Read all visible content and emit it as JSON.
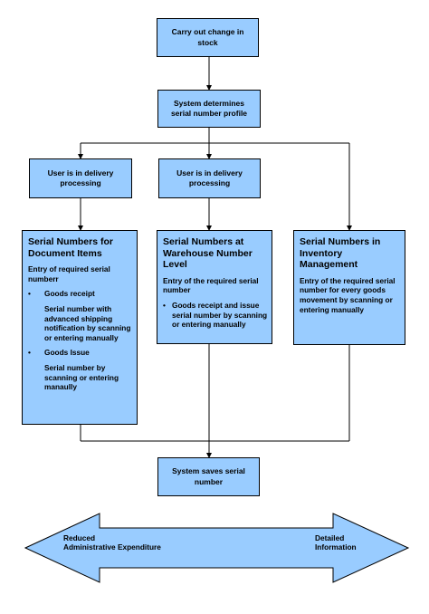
{
  "top_box": "Carry out change in stock",
  "profile_box": "System determines serial number profile",
  "delivery_left": "User is in delivery processing",
  "delivery_mid": "User is in delivery processing",
  "doc_items": {
    "title": "Serial Numbers for Document Items",
    "intro": "Entry of required serial numberr",
    "bullet1": "Goods receipt",
    "bullet1_text": "Serial number with advanced shipping notification by scanning or entering manually",
    "bullet2": "Goods Issue",
    "bullet2_text": "Serial number by scanning or entering manaully"
  },
  "warehouse": {
    "title": "Serial Numbers at Warehouse Number Level",
    "intro": "Entry of the required serial number",
    "bullet1": "Goods receipt and issue serial number by scanning or entering manually"
  },
  "inventory": {
    "title": "Serial Numbers in Inventory Management",
    "intro": "Entry of the required serial number for every goods movement by scanning or entering manually"
  },
  "save_box": "System saves serial number",
  "arrow": {
    "left_line1": "Reduced",
    "left_line2": "Administrative Expenditure",
    "right_line1": "Detailed",
    "right_line2": "Information"
  },
  "colors": {
    "box_fill": "#99ccff",
    "stroke": "#000000"
  }
}
